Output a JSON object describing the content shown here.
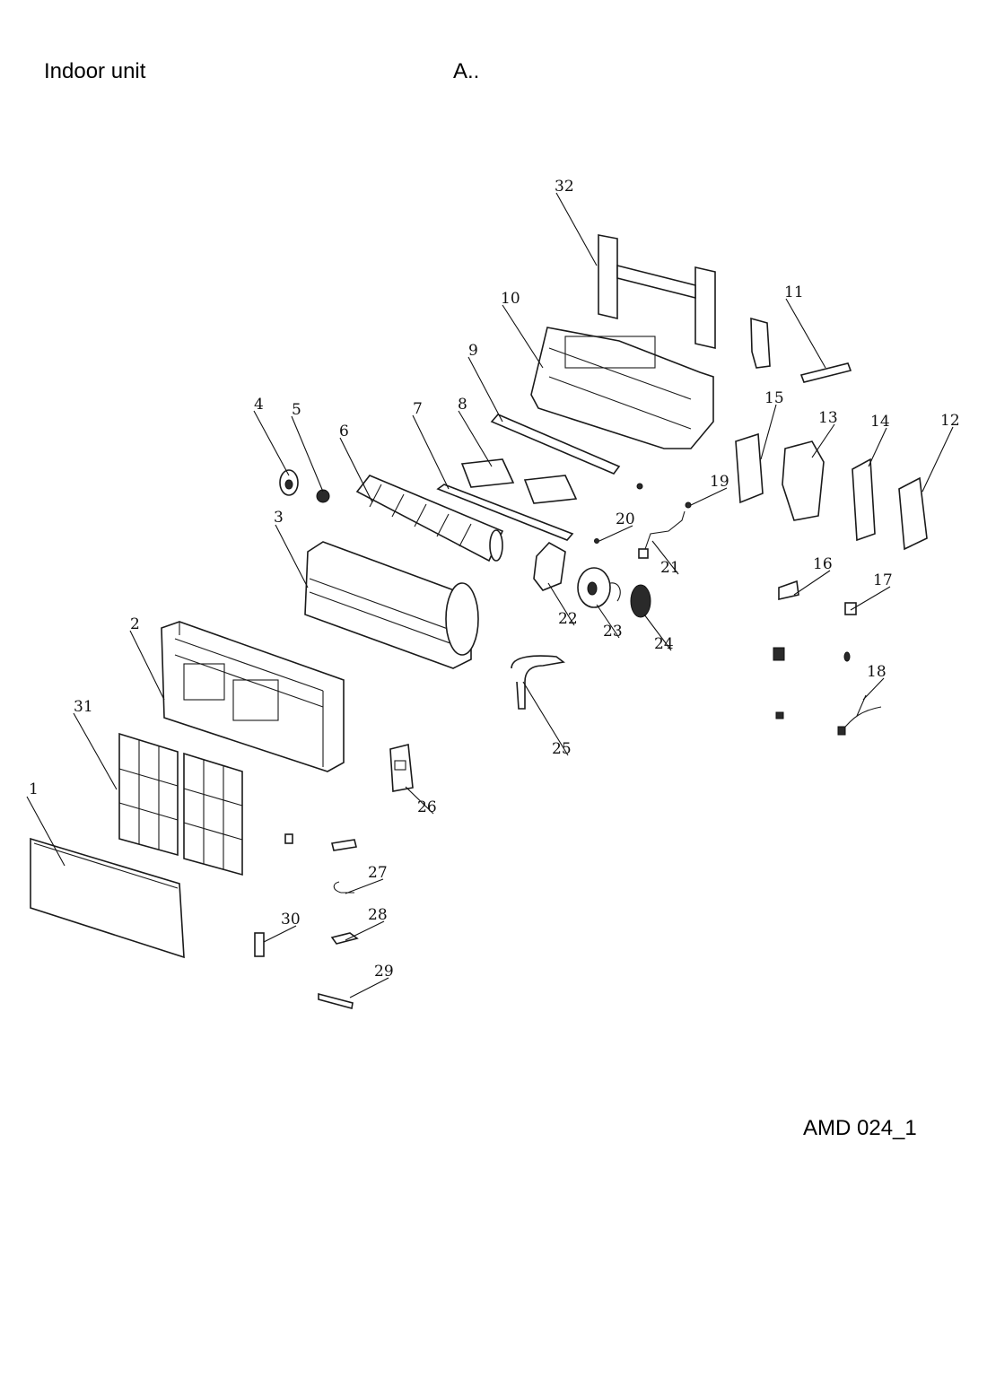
{
  "header": {
    "title": "Indoor unit",
    "section": "A.."
  },
  "footer": {
    "code": "AMD 024_1"
  },
  "diagram": {
    "callouts": [
      {
        "label": "1"
      },
      {
        "label": "2"
      },
      {
        "label": "3"
      },
      {
        "label": "4"
      },
      {
        "label": "5"
      },
      {
        "label": "6"
      },
      {
        "label": "7"
      },
      {
        "label": "8"
      },
      {
        "label": "9"
      },
      {
        "label": "10"
      },
      {
        "label": "11"
      },
      {
        "label": "12"
      },
      {
        "label": "13"
      },
      {
        "label": "14"
      },
      {
        "label": "15"
      },
      {
        "label": "16"
      },
      {
        "label": "17"
      },
      {
        "label": "18"
      },
      {
        "label": "19"
      },
      {
        "label": "20"
      },
      {
        "label": "21"
      },
      {
        "label": "22"
      },
      {
        "label": "23"
      },
      {
        "label": "24"
      },
      {
        "label": "25"
      },
      {
        "label": "26"
      },
      {
        "label": "27"
      },
      {
        "label": "28"
      },
      {
        "label": "29"
      },
      {
        "label": "30"
      },
      {
        "label": "31"
      },
      {
        "label": "32"
      }
    ]
  }
}
